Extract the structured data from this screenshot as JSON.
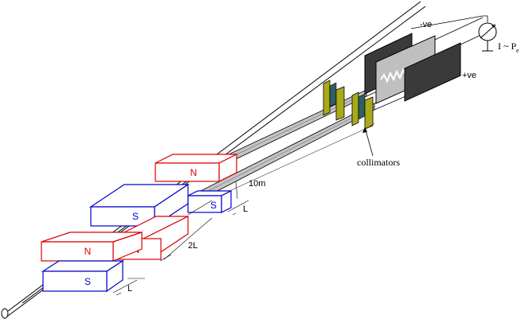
{
  "labels": {
    "minus_ve": "-ve",
    "plus_ve": "+ve",
    "meter_formula": "I ~ P",
    "meter_subscript": "e",
    "collimators": "collimators",
    "distance_10m": "10m",
    "length_L_upper": "L",
    "length_2L": "2L",
    "length_L_lower": "L"
  },
  "magnets": {
    "north_upper": "N",
    "south_upper_small": "S",
    "south_upper_large": "S",
    "north_middle": "N",
    "north_lower": "N",
    "south_lower": "S"
  },
  "colors": {
    "north_pole": "#dd0000",
    "south_pole": "#0000cc",
    "collimator": "#a9a91a",
    "collimator_dark": "#2f5f5f",
    "plate": "#3a3a3a",
    "detector": "#bfbfbf",
    "beam": "#c0c0c0"
  }
}
